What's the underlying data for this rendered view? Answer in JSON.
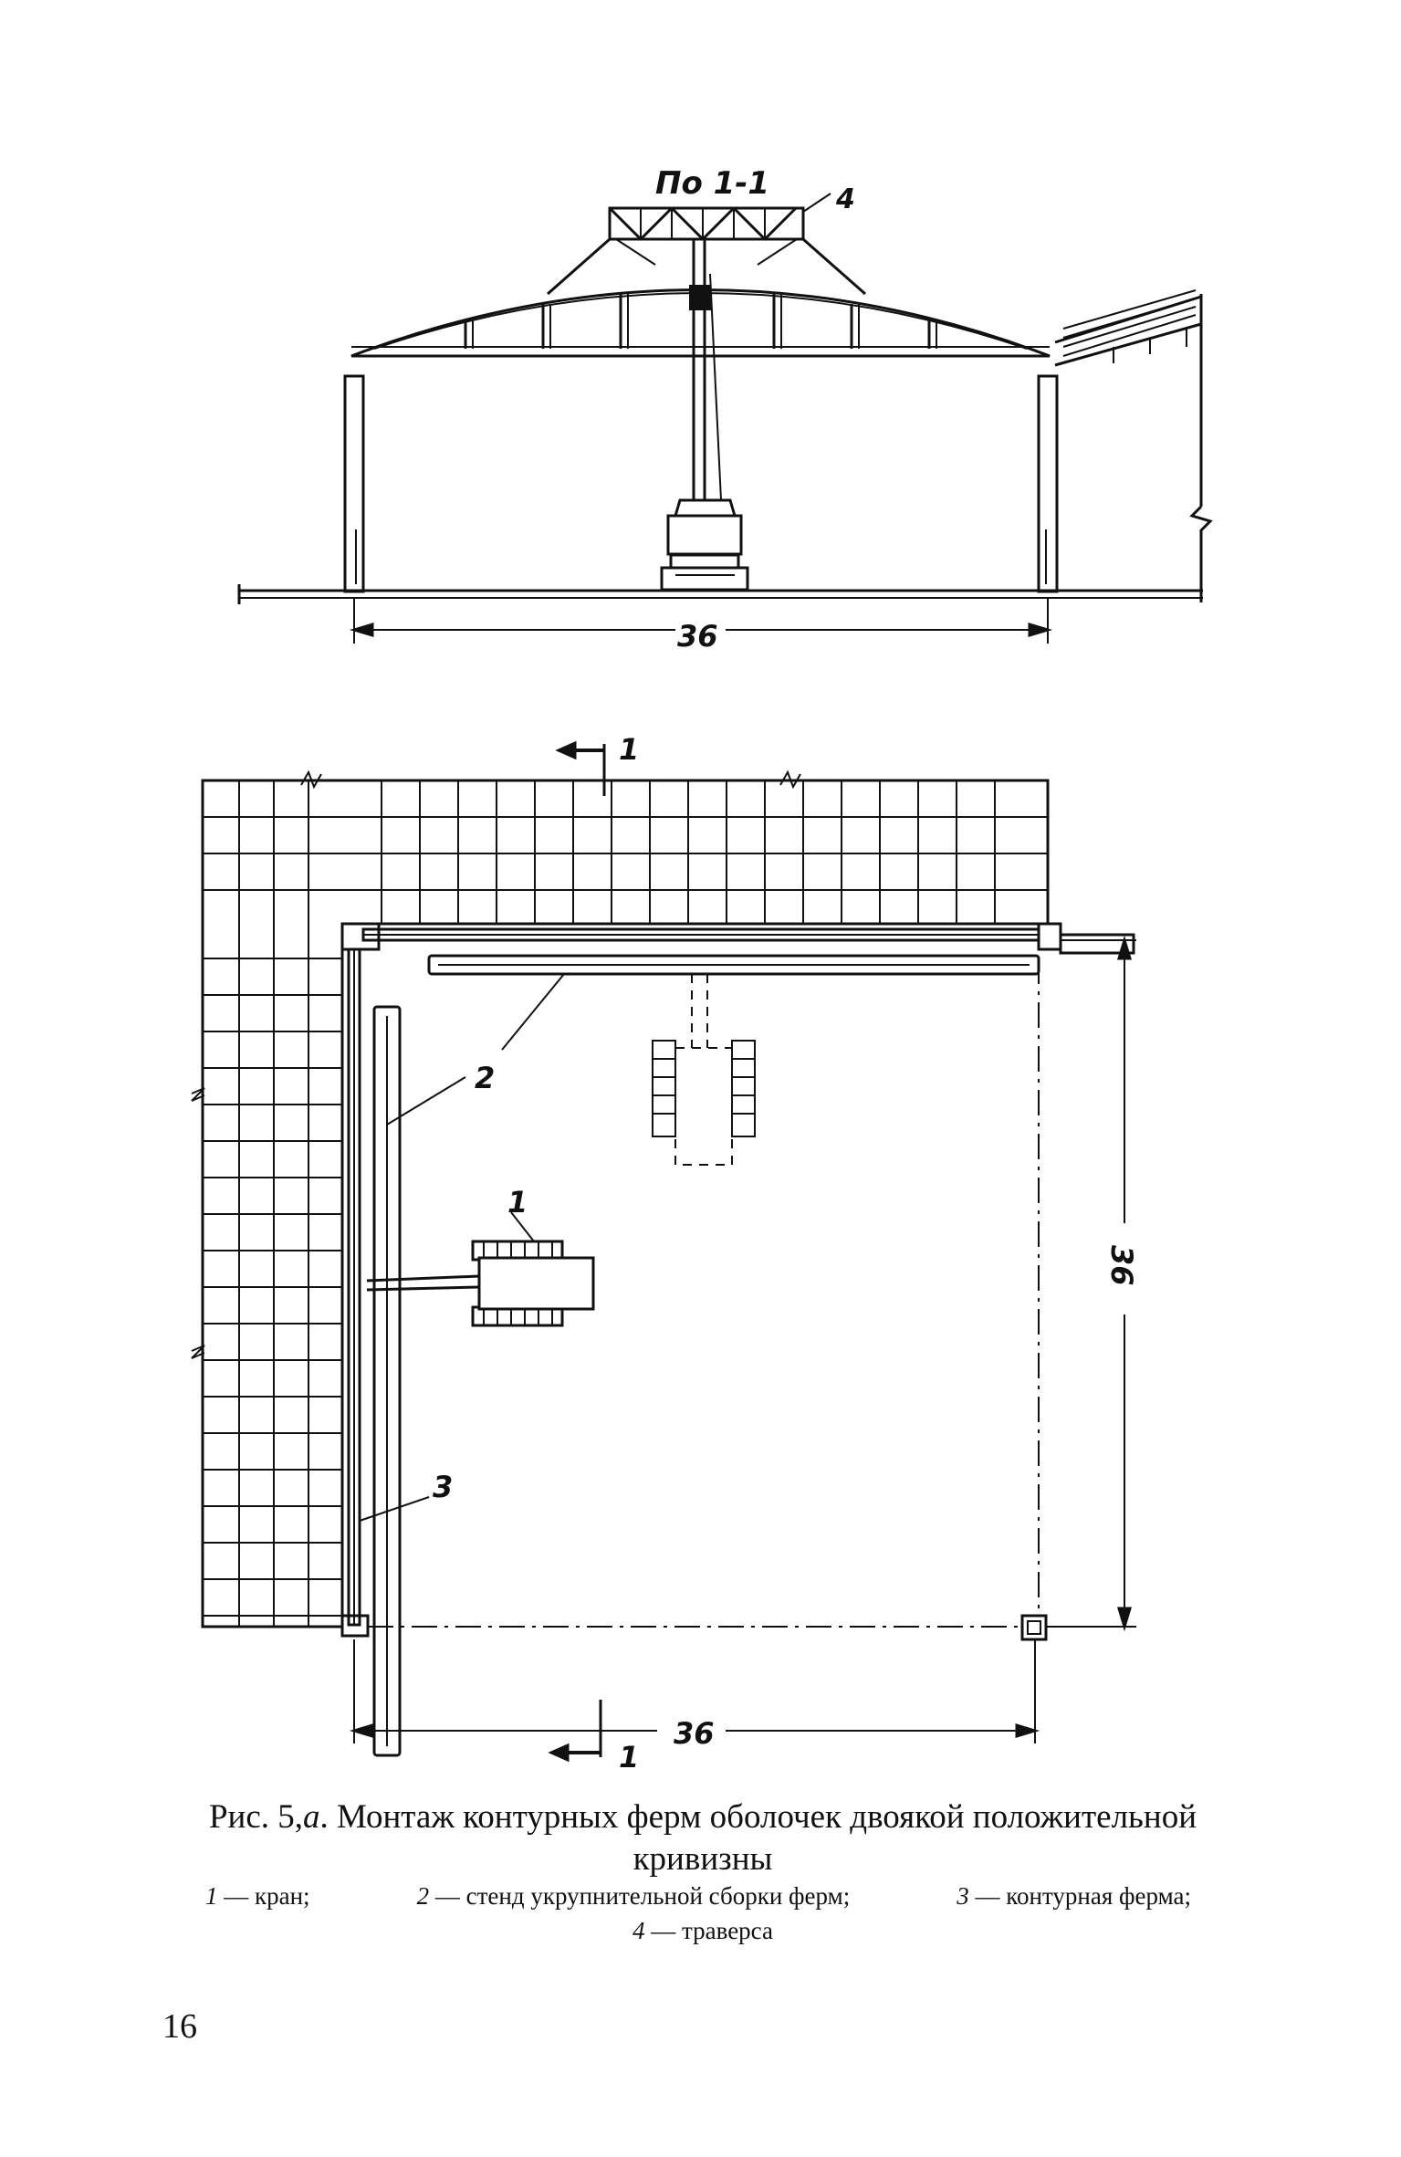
{
  "section_label": "По 1-1",
  "labels": {
    "crane": "1",
    "stand": "2",
    "truss": "3",
    "traverse": "4",
    "section_mark_top": "1",
    "section_mark_bottom": "1"
  },
  "dimensions": {
    "elevation_span": "36",
    "plan_width": "36",
    "plan_depth": "36"
  },
  "caption": {
    "prefix": "Рис. 5,",
    "letter": "а",
    "text": ". Монтаж контурных ферм оболочек двоякой положительной кривизны"
  },
  "legend": {
    "item1_num": "1",
    "item1_text": " — кран;",
    "item2_num": "2",
    "item2_text": " — стенд укрупнительной сборки ферм;",
    "item3_num": "3",
    "item3_text": " — контурная ферма;",
    "item4_num": "4",
    "item4_text": " — траверса"
  },
  "page_number": "16"
}
